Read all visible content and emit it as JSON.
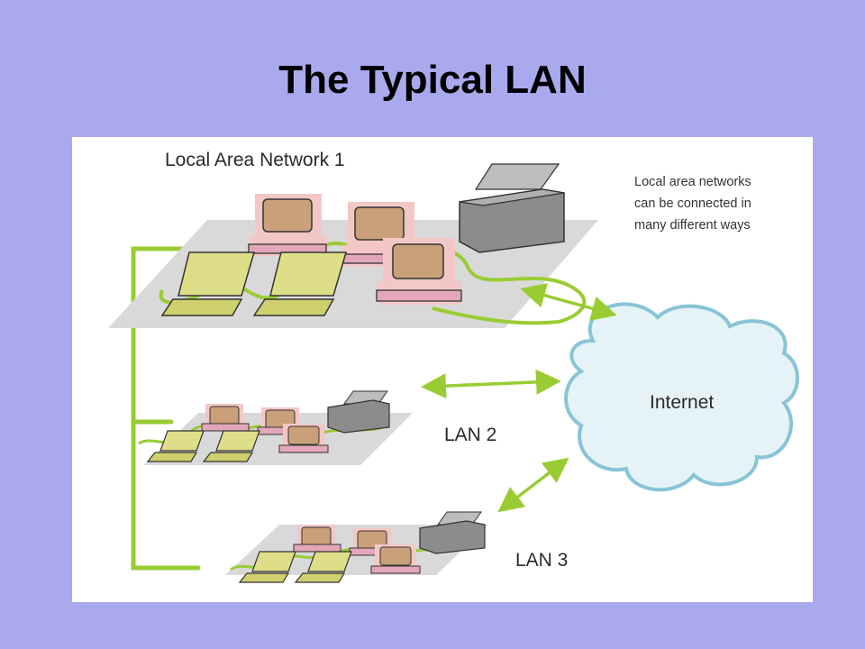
{
  "slide": {
    "title": "The Typical LAN"
  },
  "diagram": {
    "lan1_label": "Local Area Network 1",
    "note_lines": [
      "Local area networks",
      "can be connected in",
      "many different ways"
    ],
    "lan2_label": "LAN 2",
    "lan3_label": "LAN 3",
    "internet_label": "Internet"
  },
  "colors": {
    "slide_background": "#a9a9ee",
    "panel_background": "#ffffff",
    "network_cable": "#99cc33",
    "monitor": "#c9a07a",
    "monitor_highlight": "#f4c7c7",
    "laptop": "#dede88",
    "printer": "#8c8c8c",
    "platform": "#d9d9d9",
    "cloud_fill": "#e6f3f6",
    "cloud_outline": "#88c4d6"
  },
  "icons": [
    "desktop-computer-icon",
    "laptop-icon",
    "printer-icon",
    "internet-cloud-icon",
    "double-arrow-icon"
  ]
}
